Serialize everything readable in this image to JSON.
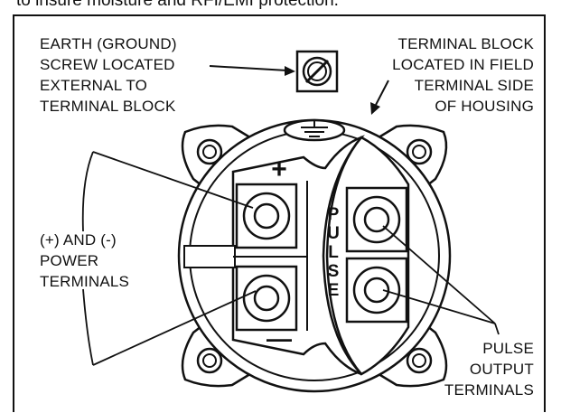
{
  "top_text": "to insure moisture and RFI/EMI protection.",
  "labels": {
    "earth_screw": [
      "EARTH (GROUND)",
      "SCREW LOCATED",
      "EXTERNAL TO",
      "TERMINAL BLOCK"
    ],
    "terminal_block": [
      "TERMINAL BLOCK",
      "LOCATED IN FIELD",
      "TERMINAL SIDE",
      "OF HOUSING"
    ],
    "power_terminals": [
      "(+) AND (-)",
      "POWER",
      "TERMINALS"
    ],
    "pulse_terminals": [
      "PULSE",
      "OUTPUT",
      "TERMINALS"
    ]
  },
  "polarity": {
    "plus": "+",
    "minus": "—"
  },
  "pulse_letters": [
    "P",
    "U",
    "L",
    "S",
    "E"
  ]
}
